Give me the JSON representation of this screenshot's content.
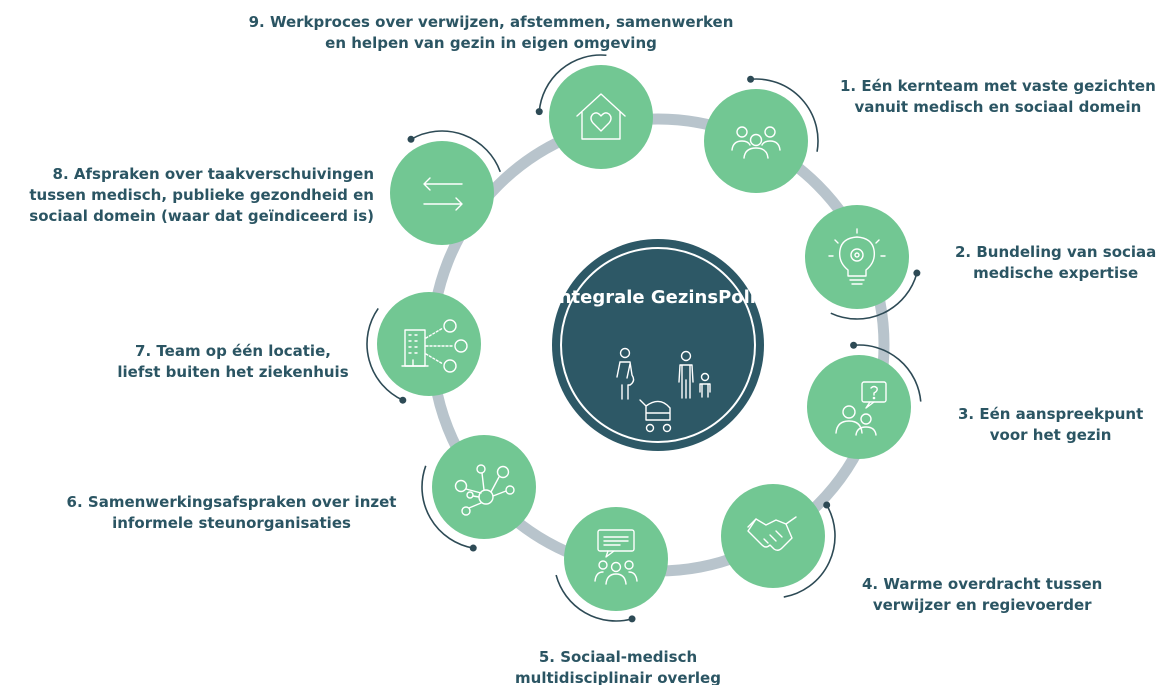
{
  "title": "Integrale GezinsPoli",
  "steps": [
    {
      "lines": [
        "1. Eén kernteam met vaste gezichten",
        "vanuit medisch en sociaal domein"
      ],
      "icon": "team-icon"
    },
    {
      "lines": [
        "2. Bundeling van sociaa",
        "medische expertise"
      ],
      "icon": "lightbulb-gear-icon"
    },
    {
      "lines": [
        "3. Eén aanspreekpunt",
        "voor het gezin"
      ],
      "icon": "question-person-icon"
    },
    {
      "lines": [
        "4. Warme overdracht tussen",
        "verwijzer en regievoerder"
      ],
      "icon": "handshake-icon"
    },
    {
      "lines": [
        "5. Sociaal-medisch",
        "multidisciplinair overleg"
      ],
      "icon": "meeting-chat-icon"
    },
    {
      "lines": [
        "6. Samenwerkingsafspraken over inzet",
        "informele steunorganisaties"
      ],
      "icon": "network-icon"
    },
    {
      "lines": [
        "7. Team op één locatie,",
        "liefst buiten het ziekenhuis"
      ],
      "icon": "building-people-icon"
    },
    {
      "lines": [
        "8. Afspraken over taakverschuivingen",
        "tussen medisch, publieke gezondheid en",
        "sociaal domein (waar dat geïndiceerd is)"
      ],
      "icon": "exchange-arrows-icon"
    },
    {
      "lines": [
        "9. Werkproces over verwijzen, afstemmen, samenwerken",
        "en helpen van gezin in eigen omgeving"
      ],
      "icon": "home-heart-icon"
    }
  ],
  "colors": {
    "node": "#72c793",
    "ring": "#b8c4cc",
    "center": "#2d5866",
    "text": "#2b5563",
    "arc": "#2d4a55"
  }
}
